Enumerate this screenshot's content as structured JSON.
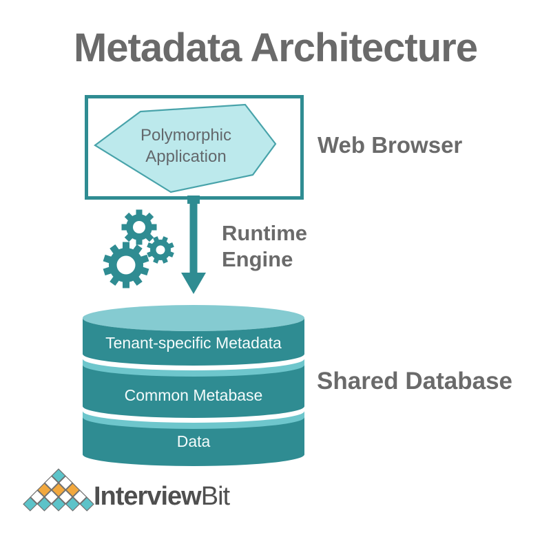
{
  "title": "Metadata Architecture",
  "browser": {
    "shape_line1": "Polymorphic",
    "shape_line2": "Application",
    "label": "Web Browser"
  },
  "runtime": {
    "line1": "Runtime",
    "line2": "Engine"
  },
  "database": {
    "label": "Shared Database",
    "layers": [
      "Tenant-specific Metadata",
      "Common Metabase",
      "Data"
    ]
  },
  "logo": {
    "word_bold": "Interview",
    "word_regular": "Bit"
  },
  "icons": {
    "gears": "gears-icon",
    "arrow": "down-arrow-icon",
    "cylinder": "database-cylinder-icon",
    "logo_mark": "diamond-pyramid-logo-icon"
  },
  "colors": {
    "teal": "#2F8C92",
    "cylinder_top": "#85CBD1",
    "cylinder_band": "#6EC6CC",
    "polygon_fill": "#BCE9EC",
    "polygon_stroke": "#48A3AA",
    "heading_gray": "#6A6A6A",
    "shape_text_gray": "#63686C",
    "layer_text": "#FFFFFF",
    "logo_teal": "#5CC3C9",
    "logo_orange": "#F2A83E",
    "logo_text": "#4F4F4F"
  }
}
